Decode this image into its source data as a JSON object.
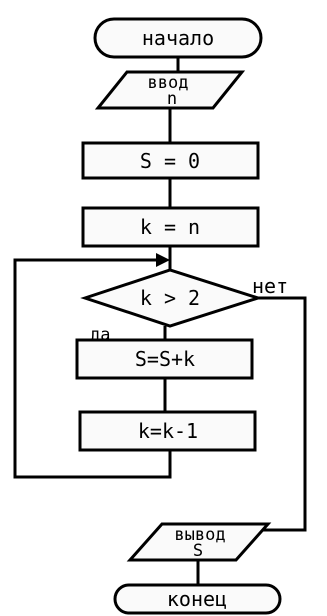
{
  "flowchart": {
    "start": "начало",
    "input_label": "ввод",
    "input_var": "n",
    "init_s": "S = 0",
    "init_k": "k = n",
    "condition": "k > 2",
    "no_label": "нет",
    "yes_label": "да",
    "sum_step": "S=S+k",
    "dec_step": "k=k-1",
    "output_label": "вывод",
    "output_var": "S",
    "end": "конец"
  },
  "colors": {
    "stroke": "#000000",
    "fill": "#fafafa",
    "background": "#ffffff"
  }
}
